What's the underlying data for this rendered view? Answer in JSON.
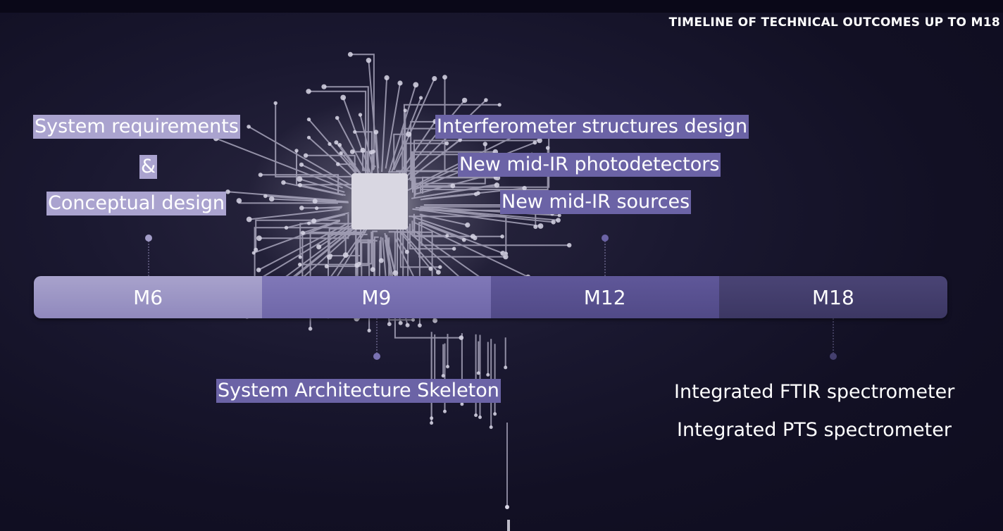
{
  "title": "TIMELINE OF TECHNICAL OUTCOMES UP TO M18",
  "milestones": [
    {
      "label": "M6",
      "color": "#a8a2cc"
    },
    {
      "label": "M9",
      "color": "#7a72b3"
    },
    {
      "label": "M12",
      "color": "#5a5294"
    },
    {
      "label": "M18",
      "color": "#443f6e"
    }
  ],
  "outcomes": {
    "m6": [
      "System requirements",
      "&",
      "Conceptual design"
    ],
    "m9": [
      "System Architecture Skeleton"
    ],
    "m12": [
      "Interferometer structures design",
      "New mid-IR photodetectors",
      "New mid-IR sources"
    ],
    "m18": [
      "Integrated FTIR spectrometer",
      "Integrated PTS spectrometer"
    ]
  },
  "accent_color": "#6b63a6",
  "background_image": "circuit-brain-chip-icon"
}
